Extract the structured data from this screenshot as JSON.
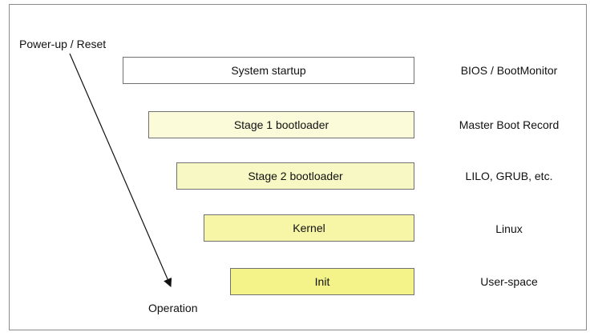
{
  "labels": {
    "start": "Power-up / Reset",
    "end": "Operation"
  },
  "stages": [
    {
      "label": "System startup",
      "description": "BIOS / BootMonitor",
      "color": "#ffffff"
    },
    {
      "label": "Stage 1 bootloader",
      "description": "Master Boot Record",
      "color": "#fbfbd9"
    },
    {
      "label": "Stage 2 bootloader",
      "description": "LILO, GRUB, etc.",
      "color": "#f8f8c4"
    },
    {
      "label": "Kernel",
      "description": "Linux",
      "color": "#f6f6a6"
    },
    {
      "label": "Init",
      "description": "User-space",
      "color": "#f3f38a"
    }
  ]
}
